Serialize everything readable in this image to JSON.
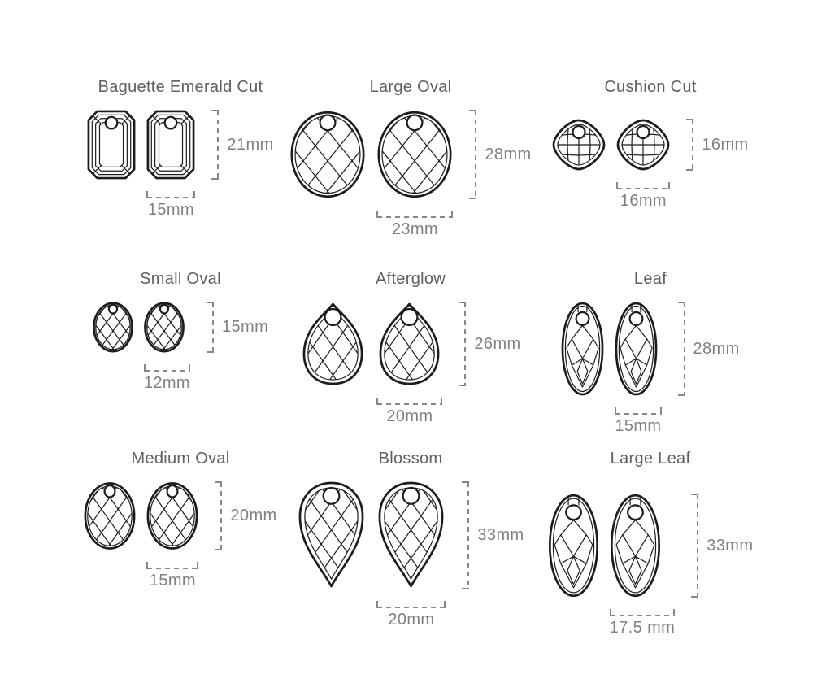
{
  "unit": "mm",
  "colors": {
    "background": "#ffffff",
    "gem_line": "#1c1c1c",
    "title_text": "#5d5f63",
    "dimension_text": "#7e8184",
    "bracket_dash": "#85878b"
  },
  "cells": [
    {
      "id": "baguette-emerald-cut",
      "title": "Baguette Emerald Cut",
      "shape": "emerald",
      "height_label": "21mm",
      "width_label": "15mm"
    },
    {
      "id": "large-oval",
      "title": "Large Oval",
      "shape": "oval",
      "height_label": "28mm",
      "width_label": "23mm"
    },
    {
      "id": "cushion-cut",
      "title": "Cushion Cut",
      "shape": "cushion",
      "height_label": "16mm",
      "width_label": "16mm"
    },
    {
      "id": "small-oval",
      "title": "Small Oval",
      "shape": "oval",
      "height_label": "15mm",
      "width_label": "12mm"
    },
    {
      "id": "afterglow",
      "title": "Afterglow",
      "shape": "pear-up",
      "height_label": "26mm",
      "width_label": "20mm"
    },
    {
      "id": "leaf",
      "title": "Leaf",
      "shape": "leaf",
      "height_label": "28mm",
      "width_label": "15mm"
    },
    {
      "id": "medium-oval",
      "title": "Medium Oval",
      "shape": "oval",
      "height_label": "20mm",
      "width_label": "15mm"
    },
    {
      "id": "blossom",
      "title": "Blossom",
      "shape": "pear-down",
      "height_label": "33mm",
      "width_label": "20mm"
    },
    {
      "id": "large-leaf",
      "title": "Large Leaf",
      "shape": "leaf",
      "height_label": "33mm",
      "width_label": "17.5 mm"
    }
  ]
}
